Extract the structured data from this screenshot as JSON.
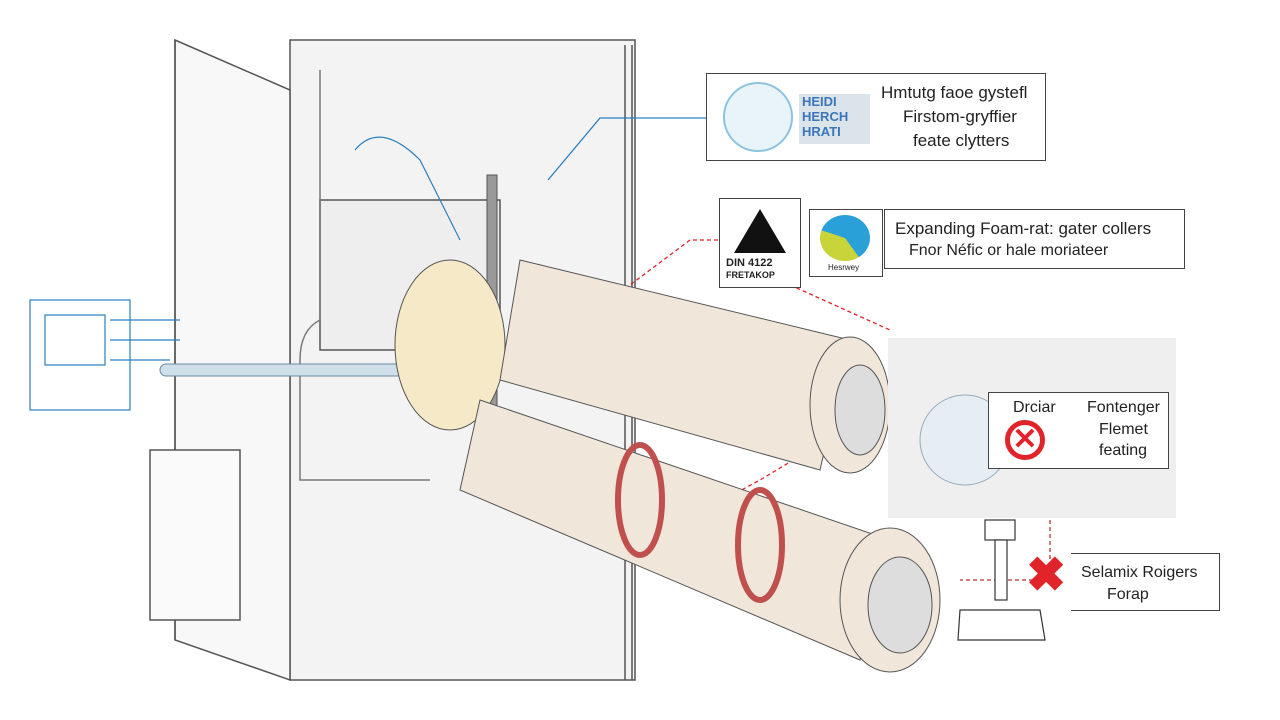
{
  "callout_top": {
    "logo_text": [
      "HEIDI",
      "HERCH",
      "HRATI"
    ],
    "lines": [
      "Hmtutg faoe gystefl",
      "Firstom-gryffier",
      "feate clytters"
    ]
  },
  "callout_warning": {
    "code": "DIN 4122",
    "sub": "FRETAKOP",
    "globe_caption": "Hesrwey"
  },
  "callout_foam": {
    "lines": [
      "Expanding Foam-rat: gater collers",
      "Fnor Néfic or hale moriateer"
    ]
  },
  "callout_right": {
    "label_left": "Drciar",
    "lines": [
      "Fontenger",
      "Flemet",
      "feating"
    ]
  },
  "callout_bottom": {
    "lines": [
      "Selamix Roigers",
      "Forap"
    ]
  },
  "colors": {
    "accent_red": "#e0242a",
    "accent_blue": "#2a7fc0",
    "pipe": "#f1e6da"
  }
}
